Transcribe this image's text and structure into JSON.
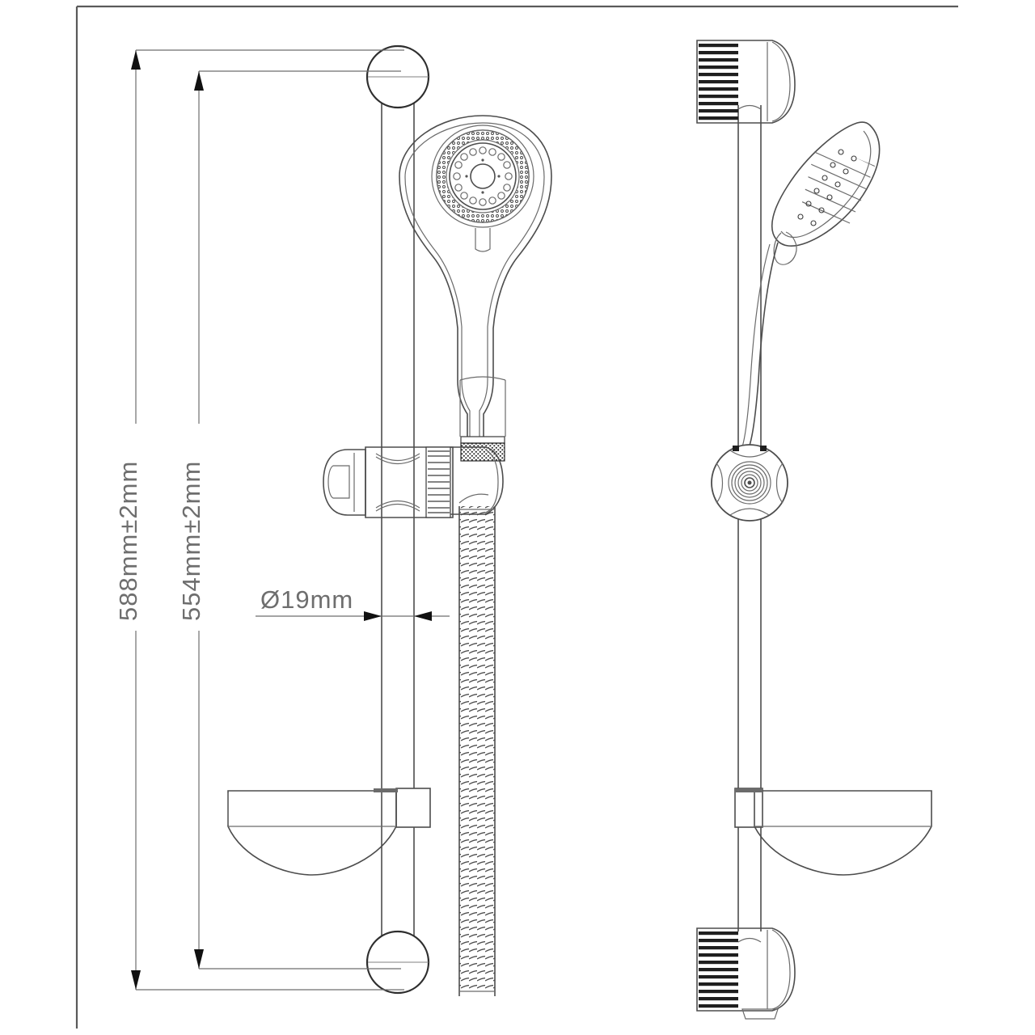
{
  "drawing": {
    "title": "Shower Rail Kit Technical Drawing",
    "background_color": "#ffffff",
    "line_color": "#4d4d4d",
    "dimension_color": "#6e6e6e",
    "arrow_color": "#111111"
  },
  "dimensions": {
    "overall_height": {
      "label": "588mm±2mm",
      "value": 588,
      "tolerance": 2,
      "unit": "mm",
      "orientation": "vertical"
    },
    "bracket_centres": {
      "label": "554mm±2mm",
      "value": 554,
      "tolerance": 2,
      "unit": "mm",
      "orientation": "vertical"
    },
    "rail_diameter": {
      "label": "Ø19mm",
      "value": 19,
      "unit": "mm",
      "orientation": "horizontal",
      "symbol": "Ø"
    }
  },
  "views": {
    "front": {
      "name": "front-elevation",
      "parts": [
        "rail-tube",
        "top-wall-bracket",
        "bottom-wall-bracket",
        "slider-bracket",
        "shower-handset",
        "flexible-hose",
        "soap-dish"
      ]
    },
    "side": {
      "name": "side-elevation",
      "parts": [
        "rail-tube",
        "top-wall-bracket",
        "bottom-wall-bracket",
        "slider-bracket",
        "shower-handset",
        "soap-dish"
      ]
    }
  },
  "handset": {
    "face_rings": 4,
    "outer_nozzle_count": 46,
    "inner_jet_count": 16,
    "centre_hub": true
  }
}
